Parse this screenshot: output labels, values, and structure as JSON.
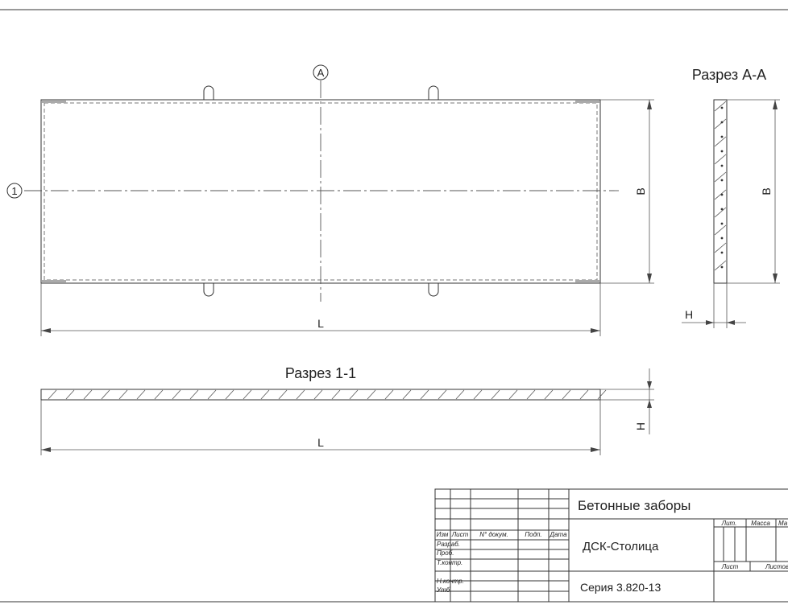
{
  "drawing": {
    "axis_marker_a": "A",
    "axis_marker_1": "1",
    "section_a_title": "Разрез А-А",
    "section_1_title": "Разрез 1-1",
    "dim_length": "L",
    "dim_width": "B",
    "dim_height": "H"
  },
  "title_block": {
    "header_labels": [
      "Изм",
      "Лист",
      "N° докум.",
      "Подп.",
      "Дата"
    ],
    "row_labels": [
      "Разраб.",
      "Проб.",
      "Т.контр.",
      "",
      "Н.контр.",
      "Утб."
    ],
    "product_title": "Бетонные заборы",
    "organization": "ДСК-Столица",
    "series": "Серия 3.820-13",
    "stage_label": "Лит.",
    "mass_label": "Масса",
    "scale_label": "Ма",
    "sheet_label": "Лист",
    "sheets_label": "Листов"
  }
}
